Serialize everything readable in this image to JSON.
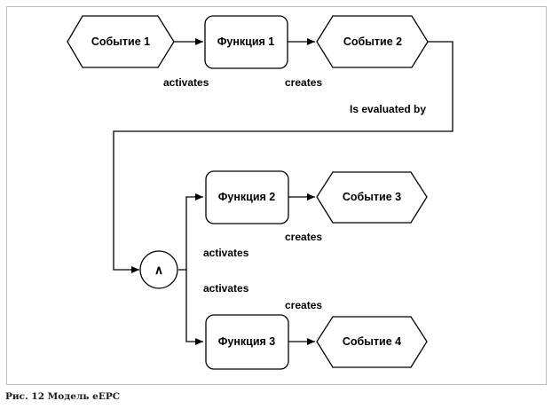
{
  "diagram": {
    "nodes": {
      "event1": "Событие 1",
      "function1": "Функция 1",
      "event2": "Событие 2",
      "and_operator": "∧",
      "function2": "Функция 2",
      "event3": "Событие 3",
      "function3": "Функция 3",
      "event4": "Событие 4"
    },
    "edges": {
      "e1_f1": "activates",
      "f1_e2": "creates",
      "e2_and": "Is evaluated by",
      "and_f2": "activates",
      "and_f3": "activates",
      "f2_e3": "creates",
      "f3_e4": "creates"
    }
  },
  "caption": "Рис. 12  Модель eEPC"
}
